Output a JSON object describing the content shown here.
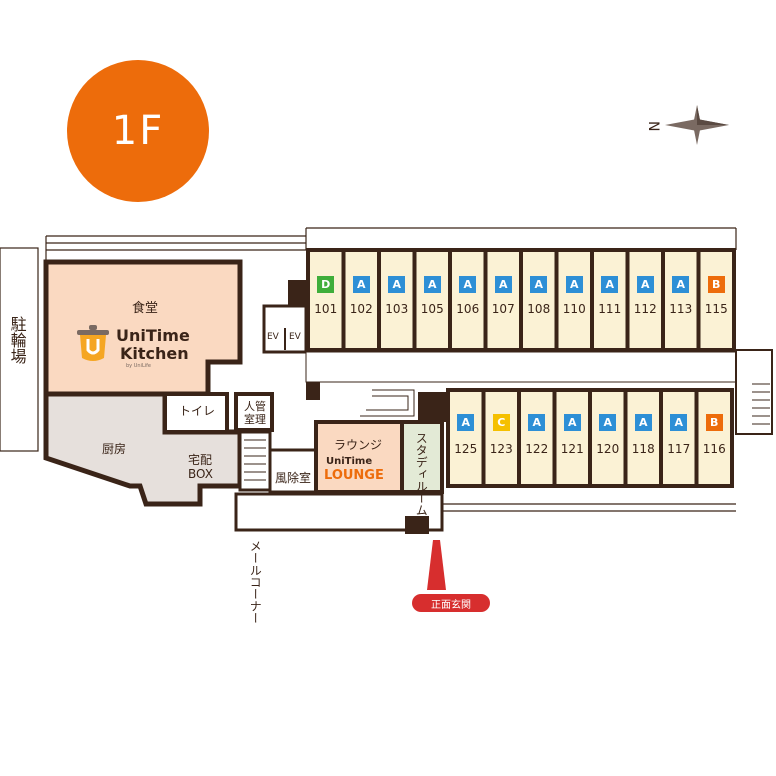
{
  "floor_label": "1F",
  "compass": {
    "north": "N"
  },
  "parking_label": "駐輪場",
  "kitchen_area": {
    "title": "食堂",
    "logo_line1": "UniTime",
    "logo_line2": "Kitchen",
    "logo_small": "by UniLife"
  },
  "kitchen_back": "厨房",
  "toilet": "トイレ",
  "manager": "人管室理",
  "delivery_box": "宅配BOX",
  "mail_corner": "メールコーナー",
  "windbreak": "風除室",
  "lounge": {
    "title": "ラウンジ",
    "logo_line1": "UniTime",
    "logo_line2": "LOUNGE"
  },
  "study_room": "スタディルーム",
  "elevator": "EV",
  "entrance": "正面玄関",
  "type_colors": {
    "A": "#2d8fd6",
    "B": "#ed6c0b",
    "C": "#f5c000",
    "D": "#3fae3a"
  },
  "rooms_top": [
    {
      "num": "101",
      "type": "D"
    },
    {
      "num": "102",
      "type": "A"
    },
    {
      "num": "103",
      "type": "A"
    },
    {
      "num": "105",
      "type": "A"
    },
    {
      "num": "106",
      "type": "A"
    },
    {
      "num": "107",
      "type": "A"
    },
    {
      "num": "108",
      "type": "A"
    },
    {
      "num": "110",
      "type": "A"
    },
    {
      "num": "111",
      "type": "A"
    },
    {
      "num": "112",
      "type": "A"
    },
    {
      "num": "113",
      "type": "A"
    },
    {
      "num": "115",
      "type": "B"
    }
  ],
  "rooms_bottom": [
    {
      "num": "125",
      "type": "A"
    },
    {
      "num": "123",
      "type": "C"
    },
    {
      "num": "122",
      "type": "A"
    },
    {
      "num": "121",
      "type": "A"
    },
    {
      "num": "120",
      "type": "A"
    },
    {
      "num": "118",
      "type": "A"
    },
    {
      "num": "117",
      "type": "A"
    },
    {
      "num": "116",
      "type": "B"
    }
  ]
}
